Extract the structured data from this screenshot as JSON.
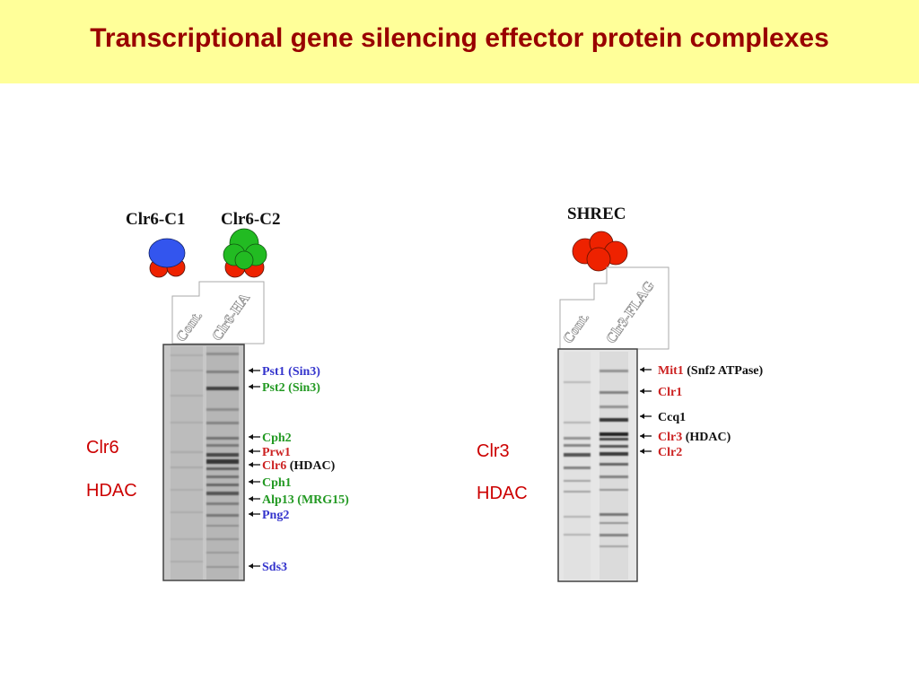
{
  "slide": {
    "title": "Transcriptional gene silencing effector protein complexes"
  },
  "left_panel": {
    "complex_1": "Clr6-C1",
    "complex_2": "Clr6-C2",
    "lane_1": "Cont.",
    "lane_2": "Clr6-HA",
    "side_label_1": "Clr6",
    "side_label_2": "HDAC",
    "bands": [
      {
        "name": "Pst1",
        "extra": " (Sin3)",
        "color": "#3333cc",
        "extra_color": "#3333cc"
      },
      {
        "name": "Pst2",
        "extra": " (Sin3)",
        "color": "#229922",
        "extra_color": "#229922"
      },
      {
        "name": "Cph2",
        "extra": "",
        "color": "#229922",
        "extra_color": "#229922"
      },
      {
        "name": "Prw1",
        "extra": "",
        "color": "#cc2222",
        "extra_color": "#cc2222"
      },
      {
        "name": "Clr6",
        "extra": " (HDAC)",
        "color": "#cc2222",
        "extra_color": "#111111"
      },
      {
        "name": "Cph1",
        "extra": "",
        "color": "#229922",
        "extra_color": "#229922"
      },
      {
        "name": "Alp13",
        "extra": " (MRG15)",
        "color": "#229922",
        "extra_color": "#229922"
      },
      {
        "name": "Png2",
        "extra": "",
        "color": "#3333cc",
        "extra_color": "#3333cc"
      },
      {
        "name": "Sds3",
        "extra": "",
        "color": "#3333cc",
        "extra_color": "#3333cc"
      }
    ]
  },
  "right_panel": {
    "complex": "SHREC",
    "lane_1": "Cont.",
    "lane_2": "Clr3-FLAG",
    "side_label_1": "Clr3",
    "side_label_2": "HDAC",
    "bands": [
      {
        "name": "Mit1",
        "extra": " (Snf2 ATPase)",
        "color": "#cc2222",
        "extra_color": "#111111"
      },
      {
        "name": "Clr1",
        "extra": "",
        "color": "#cc2222",
        "extra_color": "#cc2222"
      },
      {
        "name": "Ccq1",
        "extra": "",
        "color": "#111111",
        "extra_color": "#111111"
      },
      {
        "name": "Clr3",
        "extra": " (HDAC)",
        "color": "#cc2222",
        "extra_color": "#111111"
      },
      {
        "name": "Clr2",
        "extra": "",
        "color": "#cc2222",
        "extra_color": "#cc2222"
      }
    ]
  },
  "colors": {
    "header_bg": "#ffff99",
    "title": "#990000",
    "side_label": "#cc0000",
    "blue_subunit": "#3355ee",
    "green_subunit": "#22bb22",
    "red_subunit": "#ee2200"
  }
}
